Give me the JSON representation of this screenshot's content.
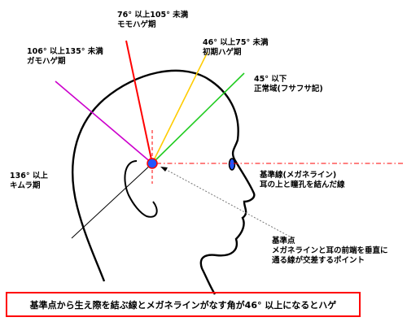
{
  "labels": {
    "momohage": {
      "range": "76° 以上105° 未満",
      "name": "モモハゲ期"
    },
    "gamohage": {
      "range": "106° 以上135° 未満",
      "name": "ガモハゲ期"
    },
    "shoki": {
      "range": "46° 以上75° 未満",
      "name": "初期ハゲ期"
    },
    "seijou": {
      "range": "45° 以下",
      "name": "正常域(フサフサ記)"
    },
    "kimura": {
      "range": "136° 以上",
      "name": "キムラ期"
    },
    "kijunsen": {
      "line1": "基準線(メガネライン)",
      "line2": "耳の上と瞳孔を結んだ線"
    },
    "kijunten": {
      "line1": "基準点",
      "line2": "メガネラインと耳の前端を垂直に",
      "line3": "通る線が交差するポイント"
    }
  },
  "caption": "基準点から生え際を結ぶ線とメガネラインがなす角が46° 以上になるとハゲ",
  "colors": {
    "momohage": "#ff0000",
    "shoki": "#ffcc00",
    "seijou": "#22cc22",
    "gamohage": "#cc00cc",
    "kimura": "#000000",
    "point": "#2255ff",
    "reference": "#ff0000"
  }
}
